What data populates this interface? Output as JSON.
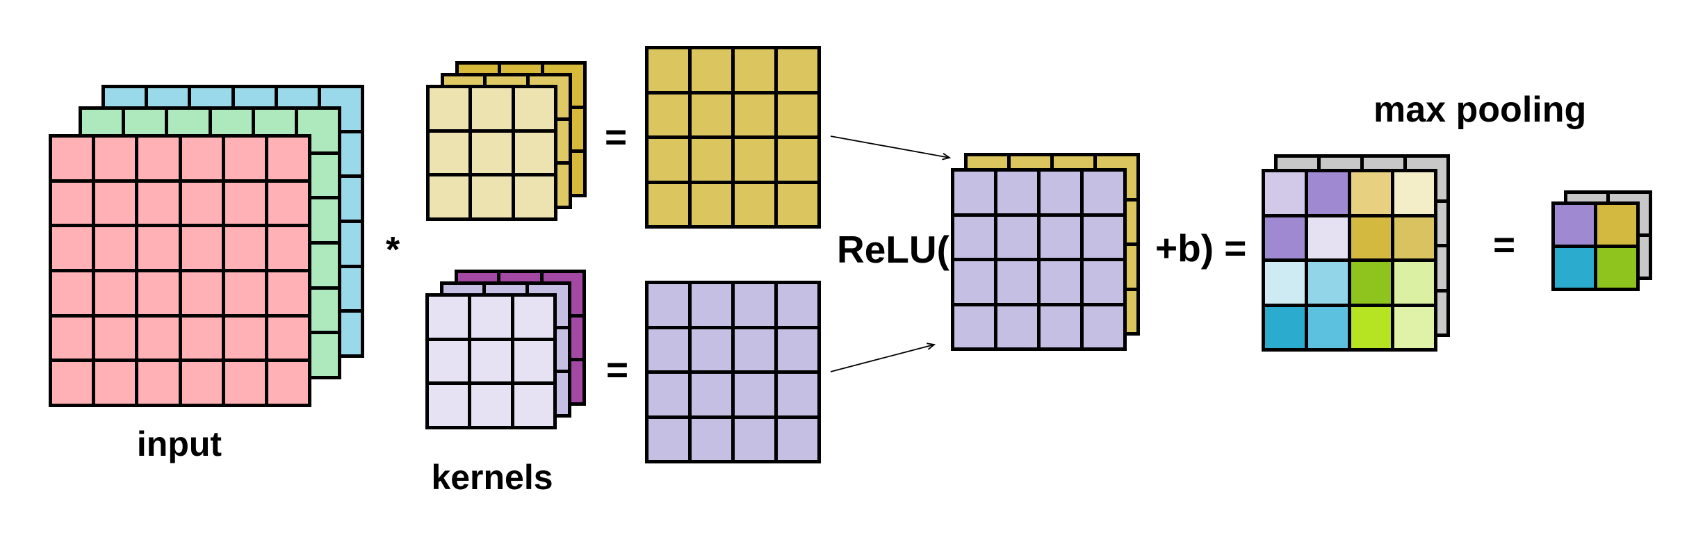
{
  "labels": {
    "input": "input",
    "kernels": "kernels",
    "star": "*",
    "equals": "=",
    "relu_open": "ReLU(",
    "bias_close": "+b) =",
    "max_pooling": "max pooling"
  },
  "colors": {
    "background": "#FFFFFF",
    "grid_line": "#000000",
    "sheet_gray": "#C8C8C8",
    "input_channel_front_pink": "#FFB1B6",
    "input_channel_mid_green": "#ADE9BC",
    "input_channel_back_blue": "#9AD9E9",
    "kernel1_front": "#EDE3B1",
    "kernel1_mid": "#DFC964",
    "kernel1_back": "#D8BA3B",
    "kernel2_front": "#E6E2F3",
    "kernel2_mid": "#C5BFE4",
    "kernel2_back": "#A349A4",
    "feature_map_yellow": "#DBC55E",
    "feature_map_purple": "#C5BFE4"
  },
  "grids": {
    "input_back": {
      "rows": 6,
      "cols": 6,
      "color": "#9AD9E9"
    },
    "input_mid": {
      "rows": 6,
      "cols": 6,
      "color": "#ADE9BC"
    },
    "input_front": {
      "rows": 6,
      "cols": 6,
      "color": "#FFB1B6"
    },
    "kernel1_back": {
      "rows": 3,
      "cols": 3,
      "color": "#D8BA3B"
    },
    "kernel1_mid": {
      "rows": 3,
      "cols": 3,
      "color": "#DFC964"
    },
    "kernel1_front": {
      "rows": 3,
      "cols": 3,
      "color": "#EDE3B1"
    },
    "kernel2_back": {
      "rows": 3,
      "cols": 3,
      "color": "#A349A4"
    },
    "kernel2_mid": {
      "rows": 3,
      "cols": 3,
      "color": "#C5BFE4"
    },
    "kernel2_front": {
      "rows": 3,
      "cols": 3,
      "color": "#E6E2F3"
    },
    "feature_map_yellow": {
      "rows": 4,
      "cols": 4,
      "color": "#DBC55E"
    },
    "feature_map_purple": {
      "rows": 4,
      "cols": 4,
      "color": "#C5BFE4"
    },
    "relu_stack_back": {
      "rows": 4,
      "cols": 4,
      "color": "#DBC55E"
    },
    "relu_stack_front": {
      "rows": 4,
      "cols": 4,
      "color": "#C5BFE4"
    },
    "pool_input_back": {
      "rows": 4,
      "cols": 4,
      "color": "#C8C8C8"
    },
    "pool_input_front": {
      "rows": 4,
      "cols": 4,
      "cells": [
        [
          "#D2C9E8",
          "#9F8AD1",
          "#E7D180",
          "#F4EEC8"
        ],
        [
          "#9F8AD1",
          "#E5E0F2",
          "#D3B93F",
          "#D9C360"
        ],
        [
          "#CEEBF3",
          "#93D5E8",
          "#8FC41E",
          "#DBF0A3"
        ],
        [
          "#2BACCE",
          "#5BC1DE",
          "#B6E322",
          "#DFF2A7"
        ]
      ]
    },
    "pool_output_back": {
      "rows": 2,
      "cols": 2,
      "color": "#C8C8C8"
    },
    "pool_output_front": {
      "rows": 2,
      "cols": 2,
      "cells": [
        [
          "#9F8AD1",
          "#D3B93F"
        ],
        [
          "#2BACCE",
          "#8FC41E"
        ]
      ]
    }
  }
}
